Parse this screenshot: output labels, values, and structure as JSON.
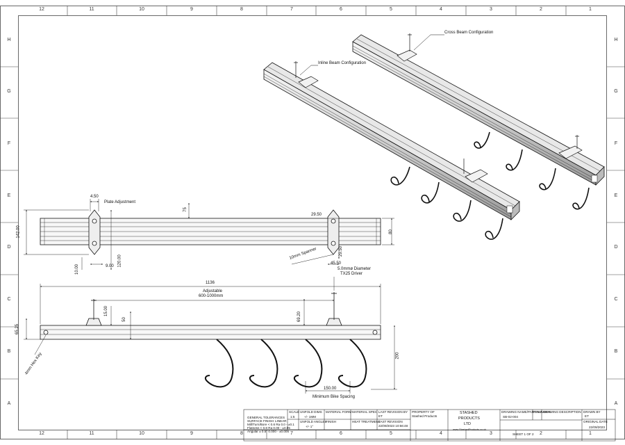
{
  "border": {
    "columns": [
      "12",
      "11",
      "10",
      "9",
      "8",
      "7",
      "6",
      "5",
      "4",
      "3",
      "2",
      "1"
    ],
    "rows": [
      "H",
      "G",
      "F",
      "E",
      "D",
      "C",
      "B",
      "A"
    ]
  },
  "callouts": {
    "cross_beam": "Cross Beam Configuration",
    "inline_beam": "Inline Beam Configuration",
    "plate_adjustment": "Plate Adjustment",
    "spanner": "10mm Spanner",
    "screw_diameter": "5.0mmø Diameter",
    "driver": "TX25 Driver",
    "allen_key": "4mm Hex Key",
    "adjustable": "Adjustable",
    "adjust_range": "600-1000mm",
    "min_spacing": "Minimum Bike Spacing"
  },
  "dimensions": {
    "d_4_50": "4.50",
    "d_75": "75",
    "d_142": "142.00",
    "d_29_50_top": "29.50",
    "d_80": "80",
    "d_10": "10.00",
    "d_9": "9.00",
    "d_120": "120.00",
    "d_29_50_side": "29.50",
    "d_45_50": "45.50",
    "d_1136": "1136",
    "d_15": "15.00",
    "d_50": "50",
    "d_69_20": "69.20",
    "d_65_25": "65.25",
    "d_200": "200",
    "d_150": "150.00"
  },
  "title_block": {
    "general_tolerances": "GENERAL TOLERANCES",
    "surface_finish": "SURFACE FINISH",
    "linear": "LINEAR",
    "tol_line1": "Mill/Turn/Bore    < 0.6 Ra    0.0   -   ±0.1",
    "tol_line2": "Flatness               < 0.8 Ra    0.00  -   ±0.05",
    "tol_line3": "Angular                ± 0.5°      0.000 -   ±0.005",
    "scale_label": "SCALE",
    "scale_value": "1:5",
    "unfold_dims_label": "UNFOLD DIMS",
    "unfold_dims_value": "+/- 1MM",
    "unfold_angles_label": "UNFOLD ANGLES",
    "unfold_angles_value": "+/- 1°",
    "material_form_label": "MATERIAL FORM",
    "material_spec_label": "MATERIAL SPEC",
    "finish_label": "FINISH",
    "heat_treatment_label": "HEAT TREATMENT",
    "last_rev_by_label": "LAST REVISION BY",
    "last_rev_by_value": "ET",
    "last_rev_label": "LAST REVISION",
    "last_rev_value": "22/09/2023 10:56:48",
    "property_label": "PROPERTY OF",
    "property_value": "Stashed Products",
    "company_line1": "STASHED",
    "company_line2": "PRODUCTS",
    "company_line3": "LTD",
    "company_url": "www.StashedProducts.co.uk",
    "drawing_name_label": "DRAWING NAME/PART NUMBER",
    "drawing_name_value": "SB-02-004",
    "rev_label": "REV#",
    "description_label": "DRAWING DESCRIPTION",
    "drawn_by_label": "DRAWN BY",
    "drawn_by_value": "ET",
    "original_date_label": "ORIGINAL DATE",
    "original_date_value": "22/09/2023",
    "sheet": "SHEET 1 OF 2"
  }
}
